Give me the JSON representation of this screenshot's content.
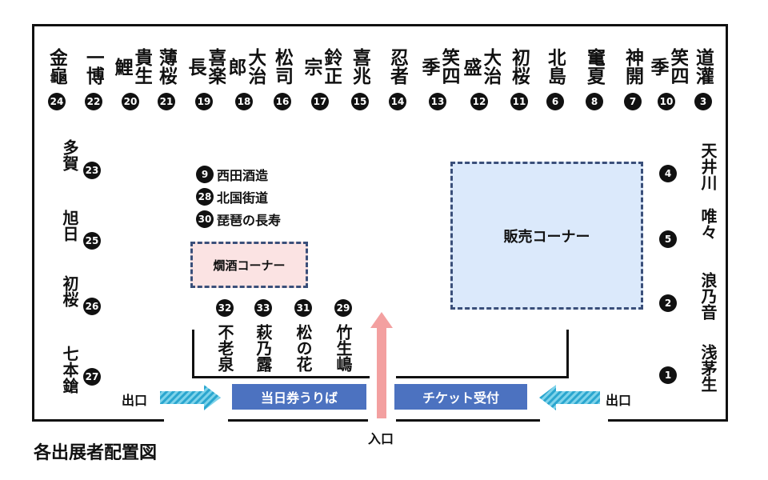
{
  "title": "各出展者配置図",
  "top_booths": [
    {
      "number": "24",
      "name": "金龜"
    },
    {
      "number": "22",
      "name": "一博"
    },
    {
      "number": "20",
      "name": "貴生鯉"
    },
    {
      "number": "21",
      "name": "薄桜"
    },
    {
      "number": "19",
      "name": "喜楽長"
    },
    {
      "number": "18",
      "name": "大治郎"
    },
    {
      "number": "16",
      "name": "松司"
    },
    {
      "number": "17",
      "name": "鈴正宗"
    },
    {
      "number": "15",
      "name": "喜兆"
    },
    {
      "number": "14",
      "name": "忍者"
    },
    {
      "number": "13",
      "name": "笑四季"
    },
    {
      "number": "12",
      "name": "大治盛"
    },
    {
      "number": "11",
      "name": "初桜"
    },
    {
      "number": "6",
      "name": "北島"
    },
    {
      "number": "8",
      "name": "竃夏"
    },
    {
      "number": "7",
      "name": "神開"
    },
    {
      "number": "10",
      "name": "笑四季"
    },
    {
      "number": "3",
      "name": "道灌"
    }
  ],
  "left_booths": [
    {
      "number": "23",
      "name": "多賀"
    },
    {
      "number": "25",
      "name": "旭日"
    },
    {
      "number": "26",
      "name": "初桜"
    },
    {
      "number": "27",
      "name": "七本鎗"
    }
  ],
  "right_booths": [
    {
      "number": "4",
      "name": "天井川"
    },
    {
      "number": "5",
      "name": "唯々"
    },
    {
      "number": "2",
      "name": "浪乃音"
    },
    {
      "number": "1",
      "name": "浅茅生"
    }
  ],
  "bottom_booths": [
    {
      "number": "32",
      "name": "不老泉"
    },
    {
      "number": "33",
      "name": "萩乃露"
    },
    {
      "number": "31",
      "name": "松の花"
    },
    {
      "number": "29",
      "name": "竹生嶋"
    }
  ],
  "legend": [
    {
      "number": "9",
      "name": "西田酒造"
    },
    {
      "number": "28",
      "name": "北国街道"
    },
    {
      "number": "30",
      "name": "琵琶の長寿"
    }
  ],
  "zones": {
    "sales": "販売コーナー",
    "kan": "燗酒コーナー"
  },
  "signs": {
    "same_day_tickets": "当日券うりば",
    "ticket_reception": "チケット受付",
    "exit_left": "出口",
    "exit_right": "出口",
    "entrance": "入口"
  },
  "colors": {
    "sales_fill": "#dbe9fb",
    "kan_fill": "#fbe3e3",
    "sign_blue": "#4c72c0",
    "arrow_cyan": "#39b6d8",
    "entrance_arrow": "#f3a0a0"
  }
}
